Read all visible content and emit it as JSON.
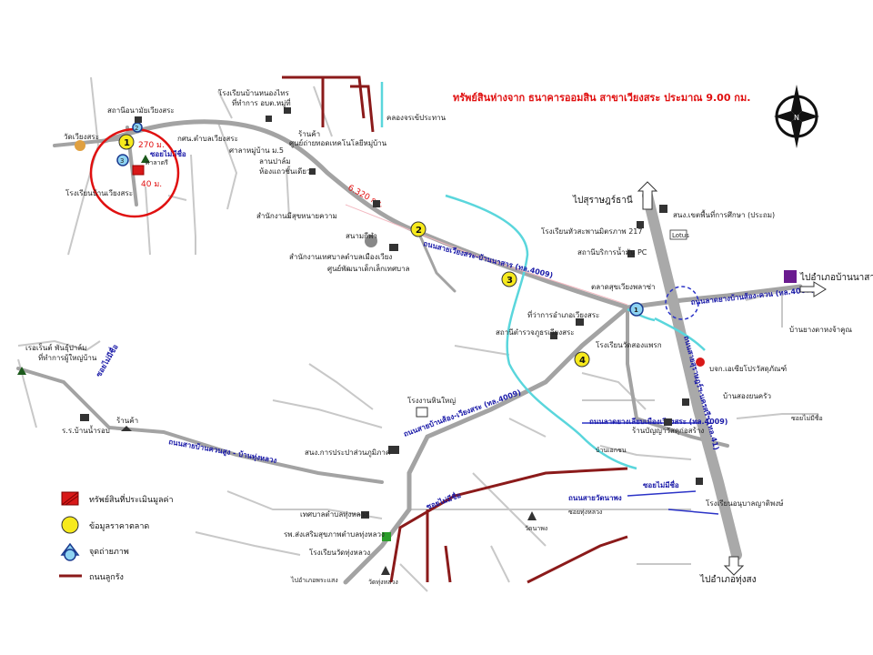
{
  "header": "ทรัพย์สินห่างจาก ธนาคารออมสิน สาขาเวียงสระ ประมาณ 9.00 กม.",
  "compass": {
    "north": "N"
  },
  "distances": {
    "d1": "270 ม.",
    "d2": "40 ม.",
    "d3": "6.320 กม."
  },
  "roads": {
    "main_highway": "ถนนสายสุราษฎร์ฯ-นครศรีฯ (ทล.41)",
    "road_4009": "ถนนสายบ้านส้อง-เวียงสระ (ทล.4009)",
    "road_4009b": "ถนนสายเวียงสระ-บ้านนาสาร (ทล.4009)",
    "road_west": "ถนนสายบ้านควนสูง - บ้านทุ่งหลวง",
    "road_east": "ถนนลาดยางบ้านส้อง-ควน (ทล.4009)",
    "road_south": "ถนนลาดยางเลียบเมืองเวียงสระ (ทล.4009)",
    "small_road_1": "ซอยไม่มีชื่อ",
    "small_road_2": "ซอยไม่มีชื่อ",
    "small_road_3": "ซอยไม่มีชื่อ",
    "small_road_4": "ซอยไม่มีชื่อ",
    "small_road_5": "ถนนสายวัดนาพง",
    "small_road_6": "ซอยทุ่งหลวง",
    "small_road_7": "ซอยไม่มีชื่อ"
  },
  "directions": {
    "to_surat": "ไปสุราษฎร์ธานี",
    "to_nasan": "ไปอำเภอบ้านนาสาร",
    "to_thungsong": "ไปอำเภอทุ่งสง",
    "to_bottom": "ไปอำเภอพระแสง"
  },
  "places": {
    "p1": "สถานีอนามัยเวียงสระ",
    "p2": "วัดเวียงสระ",
    "p3": "โรงเรียนบ้านเวียงสระ",
    "p4": "ศาลาตรี",
    "p5": "โรงเรียนบ้านหนองไทร",
    "p6": "ที่ทำการ อบต.หมู่ที่",
    "p7": "กศน.ตำบลเวียงสระ",
    "p8": "ศาลาหมู่บ้าน ม.5",
    "p9": "ลานปาล์ม",
    "p10": "ห้องแถวชั้นเดียว",
    "p11": "ร้านค้า",
    "p12": "ศูนย์ถ่ายทอดเทคโนโลยีหมู่บ้าน",
    "p13": "คลองจรเข้ประทาน",
    "p14": "สำนักงานมีสุขหนายความ",
    "p15": "สนามกีฬา",
    "p16": "สำนักงานเทศบาลตำบลเมืองเวียง",
    "p17": "ศูนย์พัฒนาเด็กเล็กเทศบาล",
    "p18": "สนง.เขตพื้นที่การศึกษา (ประถม)",
    "p19": "โรงเรียนหัวสะพานมิตรภาพ 217",
    "p20": "สถานีบริการน้ำมัน PC",
    "p21": "ตลาดสุขเวียงพลาซ่า",
    "p22": "ที่ว่าการอำเภอเวียงสระ",
    "p23": "สถานีตำรวจภูธรเวียงสระ",
    "p24": "โรงเรียนวัดสองแพรก",
    "p25": "บ้านยางตาหงจ้าคูณ",
    "p26": "บจก.เอเซียโปรวัสดุภัณฑ์",
    "p27": "บ้านสองยนครัว",
    "p28": "ร้านบัญญาวัสดุก่อสร้าง",
    "p29": "โรงงานหินใหญ่",
    "p30": "สนง.การประปาส่วนภูมิภาค",
    "p31": "เทศบาลตำบลทุ่งหลวง",
    "p32": "รพ.ส่งเสริมสุขภาพตำบลทุ่งหลวง",
    "p33": "โรงเรียนวัดทุ่งหลวง",
    "p34": "วัดนาพง",
    "p35": "โรงเรียนอนุบาลญาติพงษ์",
    "p36": "เรอเร็นต์ พันธุ์ปาล์ม",
    "p37": "ที่ทำการผู้ใหญ่บ้าน",
    "p38": "ร.ร.บ้านน้ำรอบ",
    "p39": "ร้านค้า",
    "p40": "Lotus",
    "p41": "วัดทุ่งหลวง",
    "p42": "บ้านเอกชน"
  },
  "markers": {
    "m1": "1",
    "m2": "2",
    "m3": "3",
    "m4": "4"
  },
  "photo_points": {
    "ph1": "1",
    "ph2": "3",
    "ph3": "2"
  },
  "legend": [
    {
      "label": "ทรัพย์สินที่ประเมินมูลค่า"
    },
    {
      "label": "ข้อมูลราคาตลาด"
    },
    {
      "label": "จุดถ่ายภาพ"
    },
    {
      "label": "ถนนลูกรัง"
    }
  ],
  "colors": {
    "highway": "#a9a9a9",
    "road": "#a0a0a0",
    "minor_road": "#c8c8c8",
    "laterite": "#8b1a1a",
    "canal": "#5ad6dc",
    "marker_yellow": "#f7ea1c",
    "property_red": "#d81818",
    "circle_red": "#e01010",
    "blue_road": "#2b33c7",
    "purple_sign": "#6a1b8f"
  }
}
